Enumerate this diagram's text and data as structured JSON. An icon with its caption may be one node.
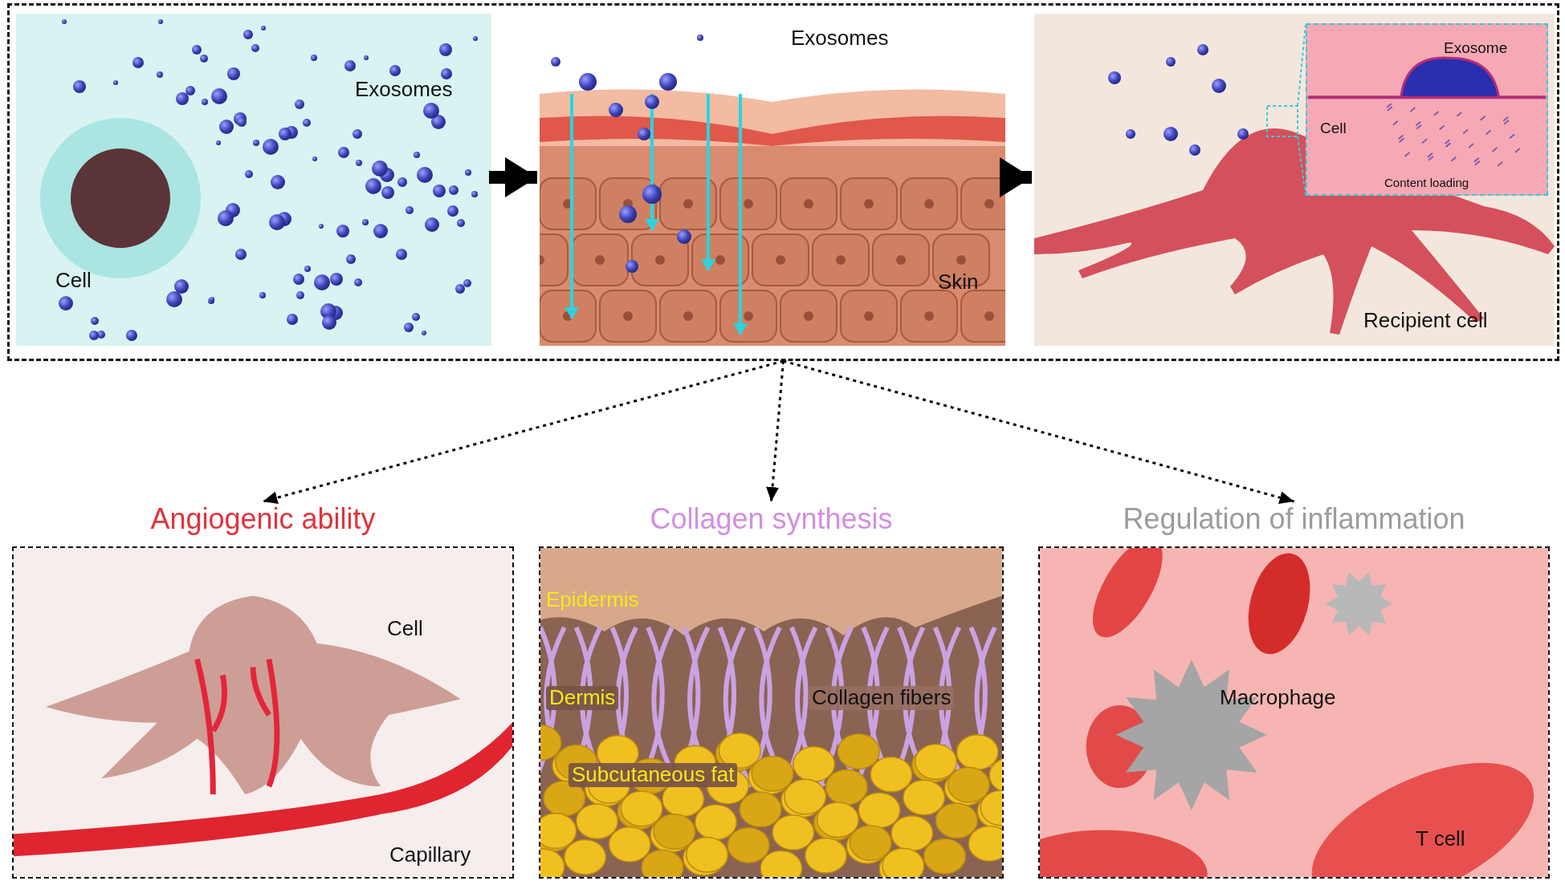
{
  "diagram": {
    "nodes": [
      {
        "text": [],
        "shape": "box"
      },
      {
        "text": [
          "Exosomes",
          "Cell"
        ],
        "in": 0
      },
      {
        "text": [
          "Exosomes",
          "Skin"
        ],
        "in": 0
      },
      {
        "text": [
          "Recipient cell"
        ],
        "in": 0
      },
      {
        "text": [
          "Exosome",
          "Cell",
          "Content loading"
        ],
        "in": 3
      },
      {
        "text": [
          "Angiogenic ability",
          "Cell",
          "Capillary"
        ]
      },
      {
        "text": [
          "Collagen synthesis",
          "Epidermis",
          "Dermis",
          "Collagen fibers",
          "Subcutaneous fat"
        ]
      },
      {
        "text": [
          "Regulation of inflammation",
          "Macrophage",
          "T cell"
        ]
      }
    ],
    "edges": [
      {
        "from": 1,
        "to": 2,
        "arrow": "to",
        "style": "thick"
      },
      {
        "from": 2,
        "to": 3,
        "arrow": "to",
        "style": "thick"
      },
      {
        "from": 0,
        "to": 5,
        "arrow": "to",
        "style": "dashed"
      },
      {
        "from": 0,
        "to": 6,
        "arrow": "to",
        "style": "dashed"
      },
      {
        "from": 0,
        "to": 7,
        "arrow": "to",
        "style": "dashed"
      }
    ]
  }
}
